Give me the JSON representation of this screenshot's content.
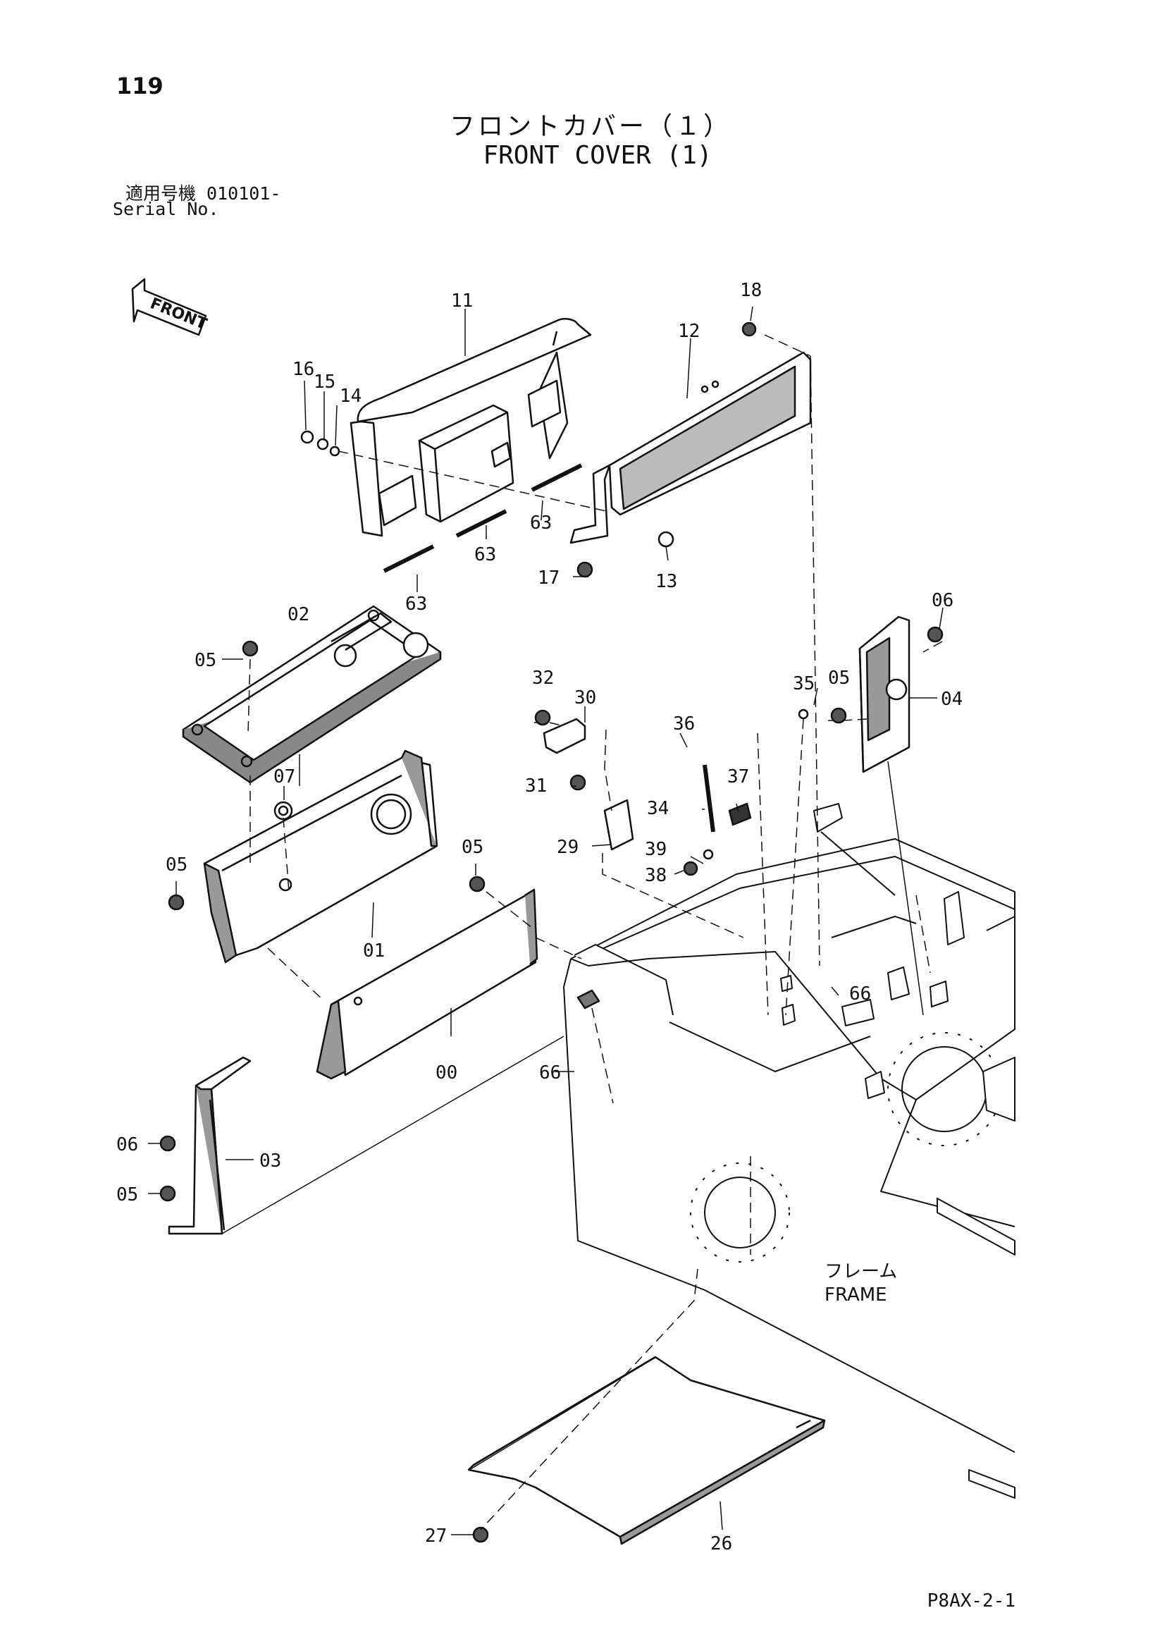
{
  "header": {
    "page_number": "119",
    "title_ja": "フロントカバー（１）",
    "title_en": "FRONT COVER (1)",
    "serial_label_ja": "適用号機 010101-",
    "serial_label_en": "Serial No."
  },
  "front_arrow_label": "FRONT",
  "frame_label": {
    "ja": "フレーム",
    "en": "FRAME"
  },
  "callouts": {
    "c11": "11",
    "c12": "12",
    "c18": "18",
    "c16": "16",
    "c15": "15",
    "c14": "14",
    "c63a": "63",
    "c63b": "63",
    "c63c": "63",
    "c17": "17",
    "c13": "13",
    "c02": "02",
    "c05a": "05",
    "c06a": "06",
    "c05b": "05",
    "c04": "04",
    "c32": "32",
    "c30": "30",
    "c35": "35",
    "c36": "36",
    "c07": "07",
    "c31": "31",
    "c37": "37",
    "c34": "34",
    "c05c": "05",
    "c05d": "05",
    "c29": "29",
    "c39": "39",
    "c38": "38",
    "c01": "01",
    "c66a": "66",
    "c00": "00",
    "c66b": "66",
    "c06b": "06",
    "c03": "03",
    "c05e": "05",
    "c27": "27",
    "c26": "26"
  },
  "footer": {
    "doc_code": "P8AX-2-1"
  }
}
